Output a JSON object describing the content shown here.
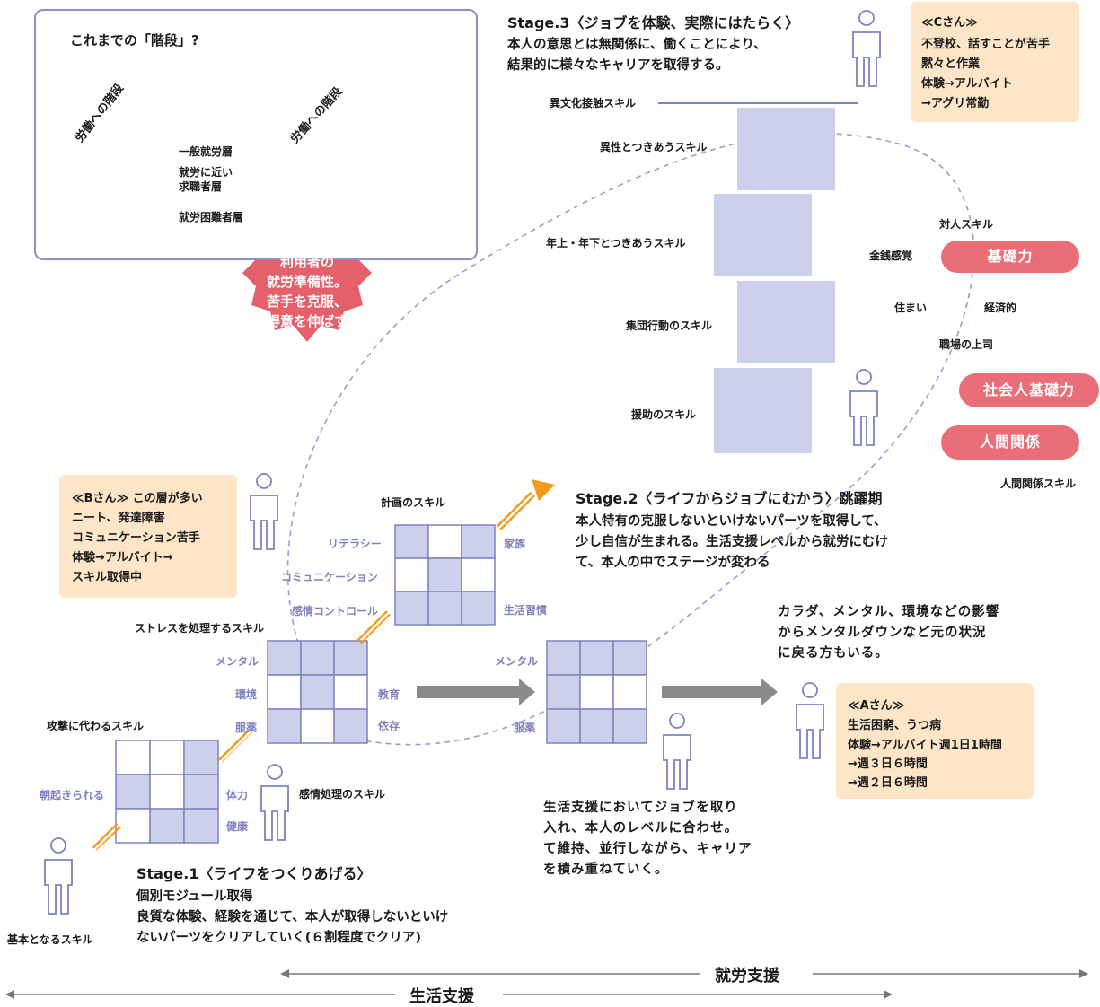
{
  "intro": {
    "title": "これまでの「階段」?",
    "diag_label_1": "労働への階段",
    "diag_label_2": "労働への階段",
    "layer_general": "一般就労層",
    "layer_near_1": "就労に近い",
    "layer_near_2": "求職者層",
    "layer_difficult": "就労困難者層"
  },
  "badge": {
    "line1": "利用者の",
    "line2": "就労準備性。",
    "line3": "苦手を克服、",
    "line4": "得意を伸ばす"
  },
  "stage3": {
    "title": "Stage.3〈ジョブを体験、実際にはたらく〉",
    "desc_1": "本人の意思とは無関係に、働くことにより、",
    "desc_2": "結果的に様々なキャリアを取得する。",
    "skill_top": "異文化接触スキル",
    "skill_1": "異性とつきあうスキル",
    "skill_2": "年上・年下とつきあうスキル",
    "skill_3": "集団行動のスキル",
    "skill_4": "援助のスキル"
  },
  "person_c": {
    "name": "≪Cさん≫",
    "line1": "不登校、話すことが苦手",
    "line2": "黙々と作業",
    "line3": "体験→アルバイト",
    "line4": "→アグリ常勤"
  },
  "right_cluster": {
    "interpersonal": "対人スキル",
    "money": "金銭感覚",
    "housing": "住まい",
    "economic": "経済的",
    "boss": "職場の上司",
    "relation_skill": "人間関係スキル",
    "pill_basic": "基礎力",
    "pill_social": "社会人基礎力",
    "pill_relation": "人間関係"
  },
  "person_b": {
    "line1": "≪Bさん≫ この層が多い",
    "line2": "ニート、発達障害",
    "line3": "コミュニケーション苦手",
    "line4": "体験→アルバイト→",
    "line5": "スキル取得中"
  },
  "stage2": {
    "title": "Stage.2〈ライフからジョブにむかう〉跳躍期",
    "desc_1": "本人特有の克服しないといけないパーツを取得して、",
    "desc_2": "少し自信が生まれる。生活支援レベルから就労にむけ",
    "desc_3": "て、本人の中でステージが変わる",
    "grid_title": "計画のスキル",
    "literacy": "リテラシー",
    "communication": "コミュニケーション",
    "emotion_control": "感情コントロール",
    "family": "家族",
    "habits": "生活習慣"
  },
  "middle": {
    "stress_title": "ストレスを処理するスキル",
    "mental": "メンタル",
    "environment": "環境",
    "medication": "服薬",
    "education": "教育",
    "dependence": "依存",
    "mental2": "メンタル",
    "medication2": "服薬",
    "emotion_skill": "感情処理のスキル"
  },
  "note_mental_down": {
    "line1": "カラダ、メンタル、環境などの影響",
    "line2": "からメンタルダウンなど元の状況",
    "line3": "に戻る方もいる。"
  },
  "person_a": {
    "name": "≪Aさん≫",
    "line1": "生活困窮、うつ病",
    "line2": "体験→アルバイト週1日1時間",
    "line3": "→週３日６時間",
    "line4": "→週２日６時間"
  },
  "stage1": {
    "attack_title": "攻撃に代わるスキル",
    "wake": "朝起きられる",
    "stamina": "体力",
    "health": "健康",
    "title": "Stage.1〈ライフをつくりあげる〉",
    "desc_1": "個別モジュール取得",
    "desc_2": "良質な体験、経験を通じて、本人が取得しないといけ",
    "desc_3": "ないパーツをクリアしていく(６割程度でクリア)",
    "base_skill": "基本となるスキル"
  },
  "job_support_note": {
    "line1": "生活支援においてジョブを取り",
    "line2": "入れ、本人のレベルに合わせ。",
    "line3": "て維持、並行しながら、キャリア",
    "line4": "を積み重ねていく。"
  },
  "axis": {
    "employment": "就労支援",
    "life": "生活支援"
  },
  "colors": {
    "accent_blue": "#7f82bc",
    "grid_fill": "#ccd0ea",
    "note_bg": "#fde5c7",
    "pill": "#ea6e78",
    "orange": "#f29a20"
  }
}
